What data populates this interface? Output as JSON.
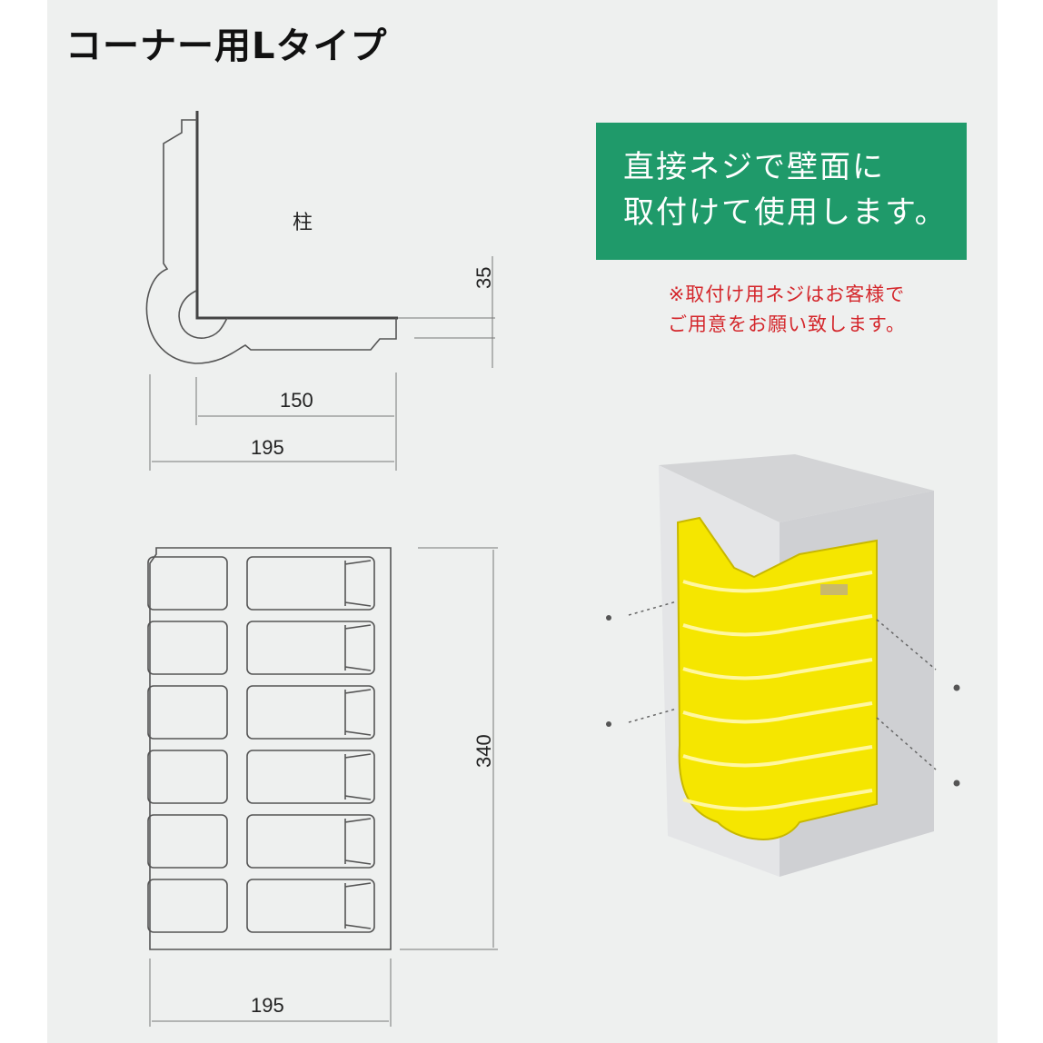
{
  "title": "コーナー用Lタイプ",
  "info_box": {
    "line1": "直接ネジで壁面に",
    "line2": "取付けて使用します。"
  },
  "note": {
    "line1": "※取付け用ネジはお客様で",
    "line2": "ご用意をお願い致します。"
  },
  "section_view": {
    "pillar_label": "柱",
    "dim_thickness": "35",
    "dim_inner_width": "150",
    "dim_total_width": "195"
  },
  "front_view": {
    "dim_height": "340",
    "dim_width": "195",
    "rows": 6
  },
  "colors": {
    "accent_green": "#1f9a6a",
    "note_red": "#d4262b",
    "product_yellow": "#f5e600"
  }
}
